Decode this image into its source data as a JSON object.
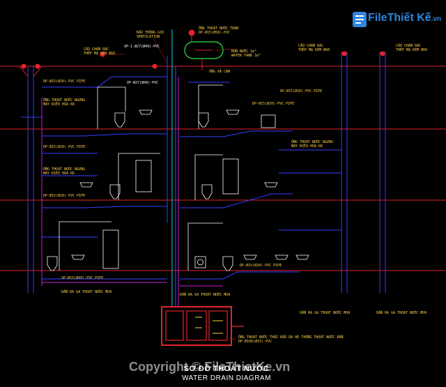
{
  "logo": {
    "brand": "File",
    "brand2": "Thiết Kế",
    "tld": ".vn"
  },
  "watermark": "Copyright © FileThietKe.vn",
  "title": {
    "vn": "SƠ ĐỒ THOÁT NƯỚC",
    "en": "WATER  DRAIN DIAGRAM"
  },
  "labels": {
    "vent": "ĐẦU THÔNG GIÓ\nVENTILATION",
    "vp1_top": "VP-1 Ø27(Ø49)-PVC",
    "cau_chan_rac": "CẦU CHẮN RÁC\nTHÉP MẠ KẼM Ø60",
    "ong_thoat_tran": "ỐNG THOÁT NƯỚC TRÀN\nDP-Ø15(Ø50)-PVC",
    "bon_nuoc": "BỒN NƯỚC 1m³\nWATER TANK 1m³",
    "ong_xa_can": "ỐNG XẢ CẶN",
    "cau_chan_rac_r1": "CẦU CHẮN RÁC\nTHÉP MẠ KẼM Ø60",
    "cau_chan_rac_r2": "CẦU CHẮN RÁC\nTHÉP MẠ KẼM Ø60",
    "dp_pipe_1": "DP-Ø15(Ø20)-PVC PIPE",
    "ong_thoat_ngung": "ỐNG THOÁT NƯỚC NGƯNG\nMÁY ĐIỀU HÒA KK",
    "dp_pipe_2": "DP-Ø15(Ø20)-PVC PIPE",
    "vp_pvc": "VP-Ø27(Ø49)-PVC",
    "dp_right_1": "DP-Ø15(Ø20)-PVC PIPE",
    "dp_right_2": "DP-Ø15(Ø20)-PVC PIPE",
    "ong_ngung_r": "ỐNG THOÁT NƯỚC NGƯNG\nMÁY ĐIỀU HÒA KK",
    "ong_ngung_l2": "ỐNG THOÁT NƯỚC NGƯNG\nMÁY ĐIỀU HÒA KK",
    "dp_pipe_3": "DP-Ø15(Ø20)-PVC PIPE",
    "sp_pipe": "SP-Ø15(Ø49)-PVC PIPE",
    "dp_right_3": "DP-Ø15(Ø20)-PVC PIPE",
    "dan_ra_ga_1": "DẪN RA GA THOÁT NƯỚC MƯA",
    "dan_ra_ga_2": "DẪN RA GA THOÁT NƯỚC MƯA",
    "dan_ra_ga_3": "DẪN RA GA THOÁT NƯỚC MƯA",
    "dan_ra_ga_4": "DẪN RA GA THOÁT NƯỚC MƯA",
    "ong_thai_he": "ỐNG THOÁT NƯỚC THẢI ĐẦU RA HỆ THỐNG THOÁT NƯỚC BẨN\nDP-Ø100(Ø15)-PVC"
  },
  "colors": {
    "floor_line": "#e5232a",
    "pipe_blue": "#3340ff",
    "pipe_magenta": "#d01cd0",
    "pipe_cyan": "#19c8e6",
    "wall_white": "#ffffff",
    "tank_green": "#2ee64a",
    "label_yellow": "#ffd24a"
  }
}
